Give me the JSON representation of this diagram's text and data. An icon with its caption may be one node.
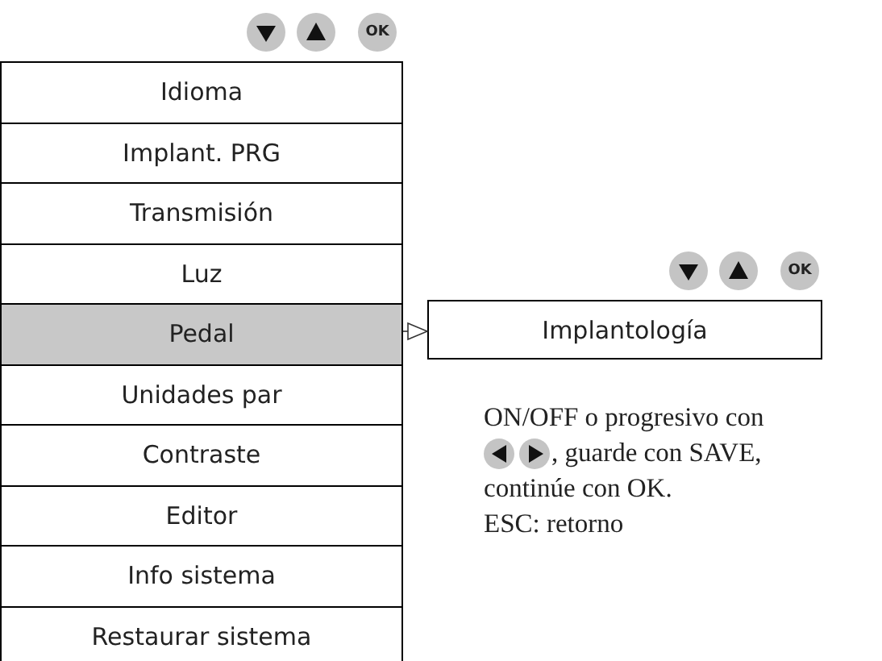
{
  "diagram": {
    "nodes": [
      {
        "text": [
          "Idioma"
        ]
      },
      {
        "text": [
          "Implant. PRG"
        ]
      },
      {
        "text": [
          "Transmisión"
        ]
      },
      {
        "text": [
          "Luz"
        ]
      },
      {
        "text": [
          "Pedal"
        ]
      },
      {
        "text": [
          "Unidades par"
        ]
      },
      {
        "text": [
          "Contraste"
        ]
      },
      {
        "text": [
          "Editor"
        ]
      },
      {
        "text": [
          "Info sistema"
        ]
      },
      {
        "text": [
          "Restaurar sistema"
        ]
      },
      {
        "text": [
          "Implantología"
        ]
      }
    ],
    "edges": [
      {
        "from": 4,
        "to": 10,
        "arrow": "to"
      }
    ],
    "labels": [
      "OK",
      "OK",
      "ON/OFF o progresivo con",
      ", guarde con SAVE,",
      "continúe con OK.",
      "ESC: retorno"
    ]
  }
}
